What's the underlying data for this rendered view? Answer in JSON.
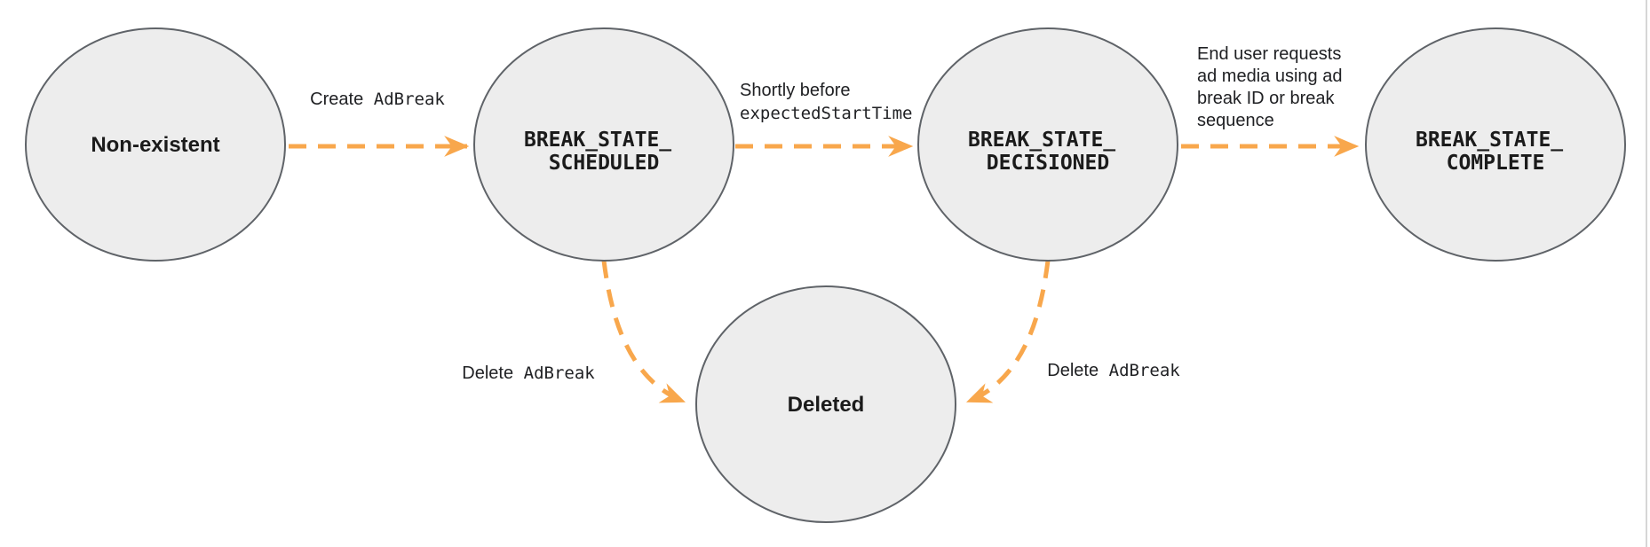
{
  "diagram": {
    "type": "state-diagram",
    "colors": {
      "node_fill": "#EDEDED",
      "node_stroke": "#5F6368",
      "arrow": "#F8A74C",
      "text": "#202124",
      "background": "#FFFFFF"
    },
    "states": [
      {
        "id": "non-existent",
        "label_lines": [
          "Non-existent"
        ]
      },
      {
        "id": "break-state-scheduled",
        "label_lines": [
          "BREAK_STATE_",
          "SCHEDULED"
        ]
      },
      {
        "id": "break-state-decisioned",
        "label_lines": [
          "BREAK_STATE_",
          "DECISIONED"
        ]
      },
      {
        "id": "break-state-complete",
        "label_lines": [
          "BREAK_STATE_",
          "COMPLETE"
        ]
      },
      {
        "id": "deleted",
        "label_lines": [
          "Deleted"
        ]
      }
    ],
    "transitions": [
      {
        "from": "non-existent",
        "to": "break-state-scheduled",
        "label_sans": "Create",
        "label_mono": "AdBreak"
      },
      {
        "from": "break-state-scheduled",
        "to": "break-state-decisioned",
        "label_line1_sans": "Shortly before",
        "label_line2_mono": "expectedStartTime"
      },
      {
        "from": "break-state-decisioned",
        "to": "break-state-complete",
        "label_lines": [
          "End user requests",
          "ad media using ad",
          "break ID or break",
          "sequence"
        ]
      },
      {
        "from": "break-state-scheduled",
        "to": "deleted",
        "label_sans": "Delete",
        "label_mono": "AdBreak"
      },
      {
        "from": "break-state-decisioned",
        "to": "deleted",
        "label_sans": "Delete",
        "label_mono": "AdBreak"
      }
    ]
  }
}
